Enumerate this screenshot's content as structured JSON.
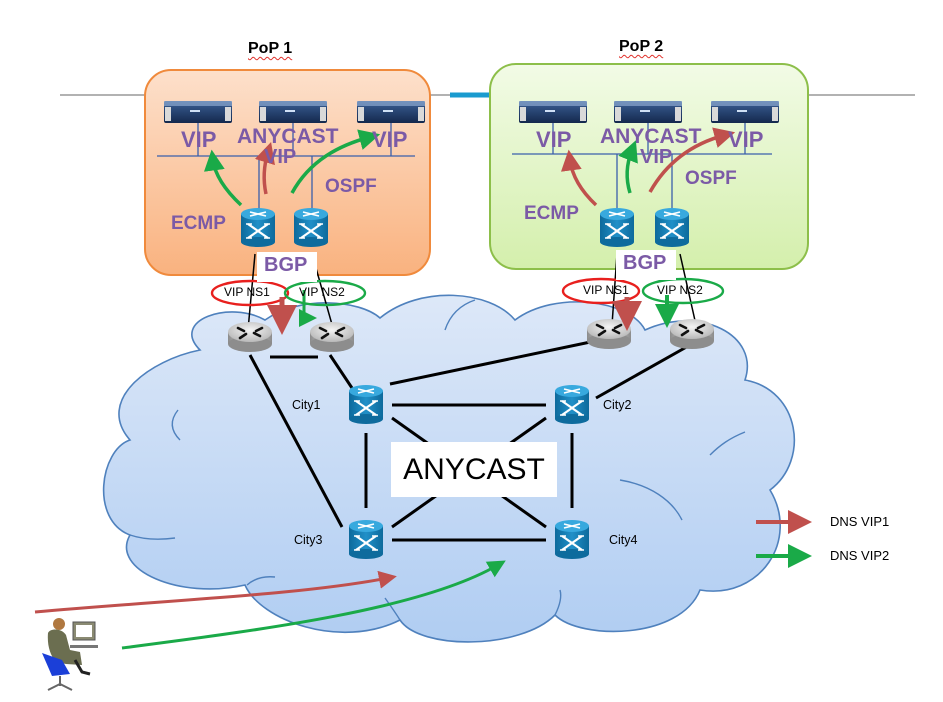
{
  "pops": [
    {
      "title": "PoP 1",
      "fill": "#fcd3b4",
      "border": "#f08a3c",
      "vip_left": "VIP",
      "anycast": "ANYCAST",
      "anycast_vip": "VIP",
      "vip_right": "VIP",
      "ecmp": "ECMP",
      "ospf": "OSPF",
      "bgp": "BGP",
      "ns1": "VIP NS1",
      "ns2": "VIP NS2"
    },
    {
      "title": "PoP 2",
      "fill": "#e4f5c9",
      "border": "#8dbf4a",
      "vip_left": "VIP",
      "anycast": "ANYCAST",
      "anycast_vip": "VIP",
      "vip_right": "VIP",
      "ecmp": "ECMP",
      "ospf": "OSPF",
      "bgp": "BGP",
      "ns1": "VIP NS1",
      "ns2": "VIP NS2"
    }
  ],
  "backbone": {
    "label": "ANYCAST",
    "cities": [
      "City1",
      "City2",
      "City3",
      "City4"
    ]
  },
  "legend": [
    {
      "label": "DNS VIP1",
      "color": "#c0504d"
    },
    {
      "label": "DNS VIP2",
      "color": "#1aaa48"
    }
  ],
  "colors": {
    "purple_text": "#7b5aa6",
    "cloud_fill": "#c6daf6",
    "cloud_stroke": "#4f81bd",
    "switch_blue": "#1a7db5",
    "ns1_ring": "#e8201e",
    "ns2_ring": "#1aaa48"
  }
}
